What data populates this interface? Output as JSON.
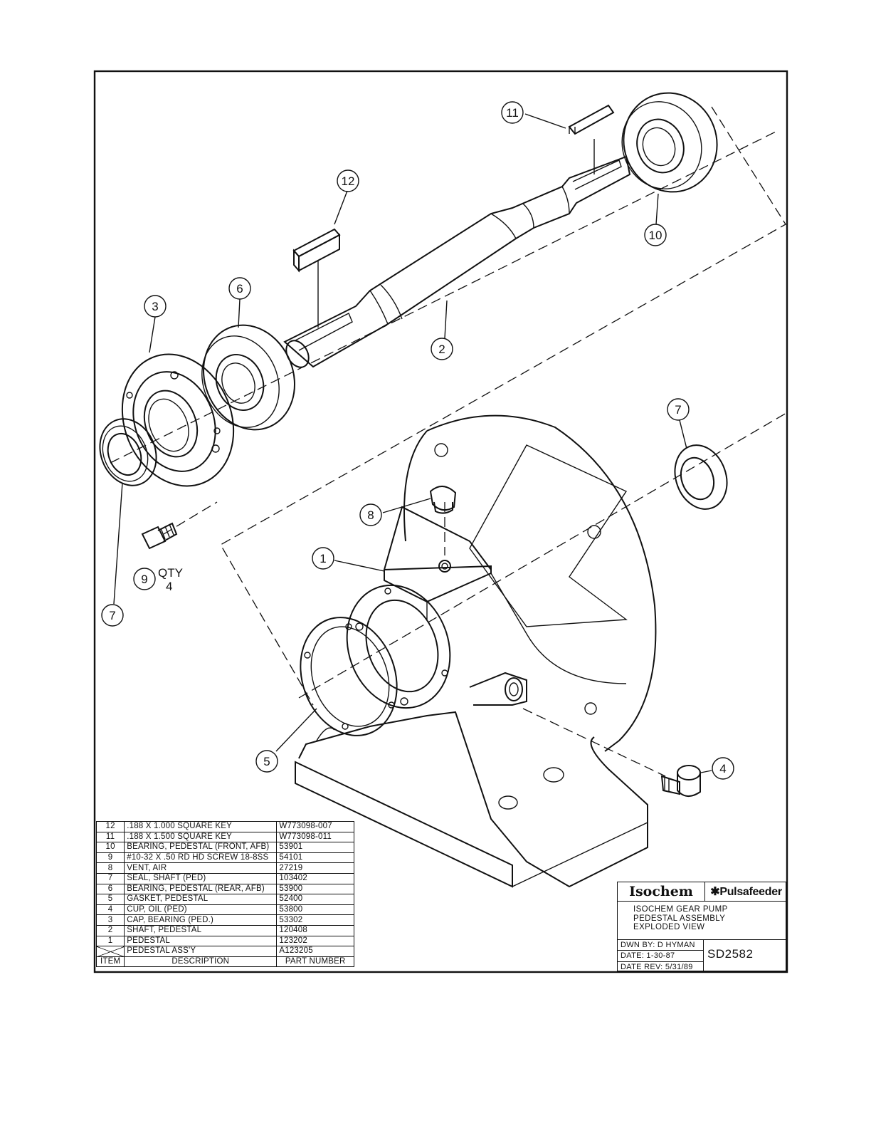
{
  "callouts": {
    "c1": "1",
    "c2": "2",
    "c3": "3",
    "c4": "4",
    "c5": "5",
    "c6": "6",
    "c7a": "7",
    "c7b": "7",
    "c8": "8",
    "c9": "9",
    "c10": "10",
    "c11": "11",
    "c12": "12"
  },
  "qty": {
    "label": "QTY",
    "value": "4"
  },
  "parts_list": {
    "header": {
      "item": "ITEM",
      "description": "DESCRIPTION",
      "part_number": "PART NUMBER"
    },
    "rows": [
      {
        "item": "12",
        "description": ".188 X 1.000 SQUARE KEY",
        "part_number": "W773098-007"
      },
      {
        "item": "11",
        "description": ".188 X 1.500 SQUARE KEY",
        "part_number": "W773098-011"
      },
      {
        "item": "10",
        "description": "BEARING, PEDESTAL (FRONT, AFB)",
        "part_number": "53901"
      },
      {
        "item": "9",
        "description": "#10-32 X .50 RD HD SCREW 18-8SS",
        "part_number": "54101"
      },
      {
        "item": "8",
        "description": "VENT, AIR",
        "part_number": "27219"
      },
      {
        "item": "7",
        "description": "SEAL, SHAFT (PED)",
        "part_number": "103402"
      },
      {
        "item": "6",
        "description": "BEARING, PEDESTAL (REAR, AFB)",
        "part_number": "53900"
      },
      {
        "item": "5",
        "description": "GASKET, PEDESTAL",
        "part_number": "52400"
      },
      {
        "item": "4",
        "description": "CUP, OIL (PED)",
        "part_number": "53800"
      },
      {
        "item": "3",
        "description": "CAP, BEARING (PED.)",
        "part_number": "53302"
      },
      {
        "item": "2",
        "description": "SHAFT, PEDESTAL",
        "part_number": "120408"
      },
      {
        "item": "1",
        "description": "PEDESTAL",
        "part_number": "123202"
      },
      {
        "item": "",
        "description": "PEDESTAL ASS'Y",
        "part_number": "A123205"
      }
    ]
  },
  "title_block": {
    "logo_left": "Isochem",
    "logo_right": "✱Pulsafeeder",
    "title_lines": [
      "ISOCHEM GEAR PUMP",
      "PEDESTAL ASSEMBLY",
      "EXPLODED VIEW"
    ],
    "drawn_by": "DWN BY: D HYMAN",
    "date": "DATE: 1-30-87",
    "date_rev": "DATE REV: 5/31/89",
    "drawing_number": "SD2582"
  },
  "icons": [
    "isochem-logo",
    "pulsafeeder-logo"
  ]
}
